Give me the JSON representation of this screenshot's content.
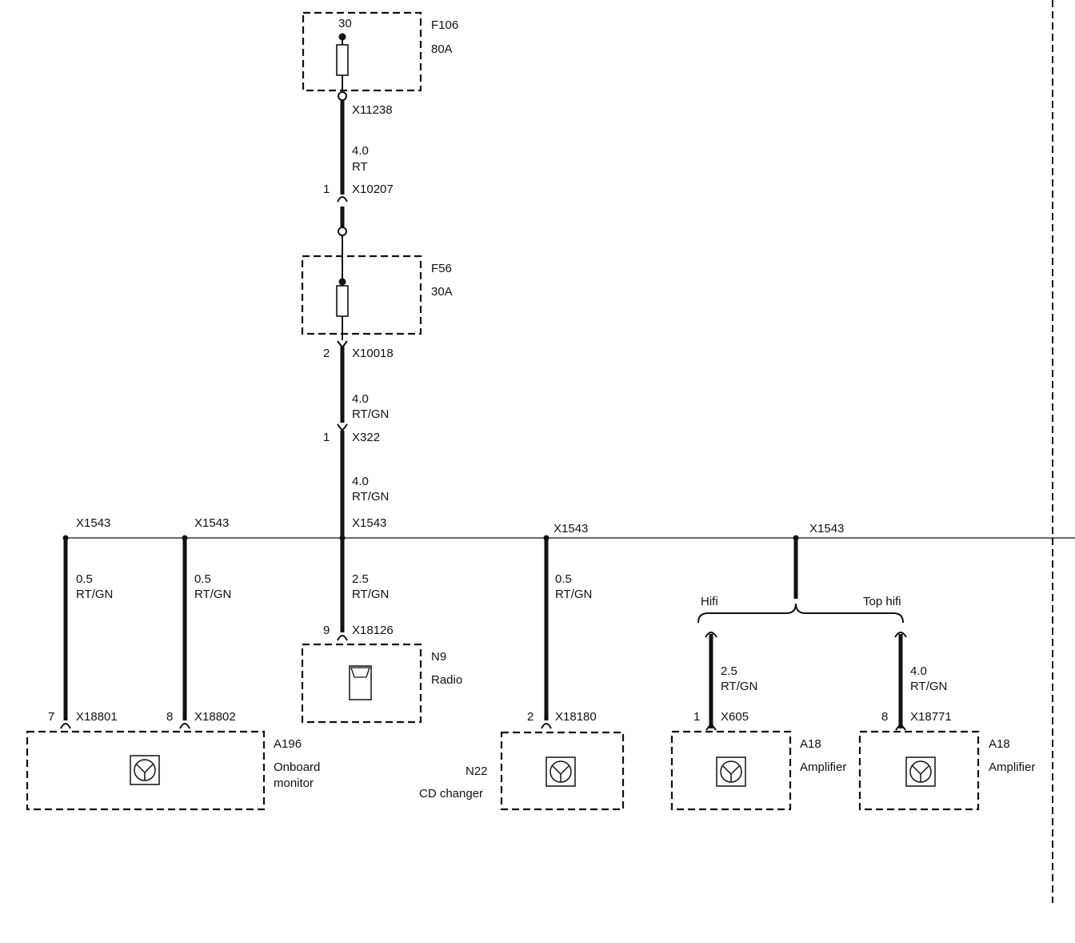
{
  "fuses": {
    "f106": {
      "id": "F106",
      "rating": "80A",
      "pin": "30"
    },
    "f56": {
      "id": "F56",
      "rating": "30A"
    }
  },
  "connectors": {
    "x11238": "X11238",
    "x10207": {
      "pin": "1",
      "name": "X10207"
    },
    "x10018": {
      "pin": "2",
      "name": "X10018"
    },
    "x322": {
      "pin": "1",
      "name": "X322"
    },
    "x1543": "X1543",
    "x18126": {
      "pin": "9",
      "name": "X18126"
    },
    "x18801": {
      "pin": "7",
      "name": "X18801"
    },
    "x18802": {
      "pin": "8",
      "name": "X18802"
    },
    "x18180": {
      "pin": "2",
      "name": "X18180"
    },
    "x605": {
      "pin": "1",
      "name": "X605"
    },
    "x18771": {
      "pin": "8",
      "name": "X18771"
    }
  },
  "wires": {
    "w1": {
      "size": "4.0",
      "color": "RT"
    },
    "w2": {
      "size": "4.0",
      "color": "RT/GN"
    },
    "w3": {
      "size": "4.0",
      "color": "RT/GN"
    },
    "w_radio": {
      "size": "2.5",
      "color": "RT/GN"
    },
    "w_mon7": {
      "size": "0.5",
      "color": "RT/GN"
    },
    "w_mon8": {
      "size": "0.5",
      "color": "RT/GN"
    },
    "w_cd": {
      "size": "0.5",
      "color": "RT/GN"
    },
    "w_hifi": {
      "size": "2.5",
      "color": "RT/GN"
    },
    "w_tophifi": {
      "size": "4.0",
      "color": "RT/GN"
    }
  },
  "branches": {
    "hifi": "Hifi",
    "top_hifi": "Top hifi"
  },
  "components": {
    "radio": {
      "id": "N9",
      "name": "Radio"
    },
    "monitor": {
      "id": "A196",
      "name_line1": "Onboard",
      "name_line2": "monitor"
    },
    "cd": {
      "id": "N22",
      "name": "CD changer"
    },
    "amp1": {
      "id": "A18",
      "name": "Amplifier"
    },
    "amp2": {
      "id": "A18",
      "name": "Amplifier"
    }
  }
}
